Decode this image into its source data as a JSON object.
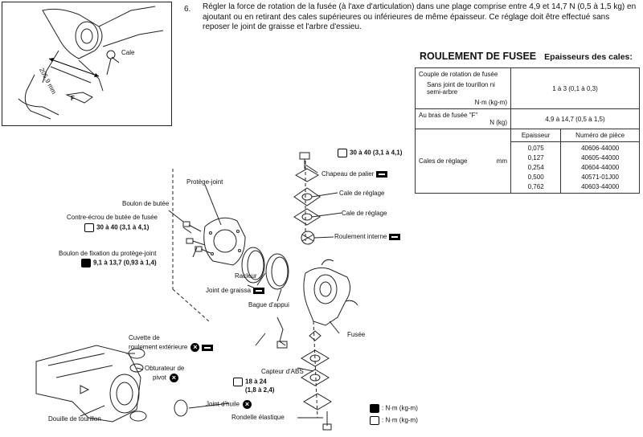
{
  "step": {
    "number": "6.",
    "text": "Régler la force de rotation de la fusée (à l'axe d'articulation) dans une plage comprise entre 4,9 et 14,7 N (0,5 à 1,5 kg) en ajoutant ou en retirant des cales supérieures ou inférieures de même épaisseur. Ce réglage doit être effectué sans reposer le joint de graisse et l'arbre d'essieu."
  },
  "inset": {
    "cale_label": "Cale",
    "dimension": "205,9 mm",
    "force_label": "F"
  },
  "section": {
    "title": "ROULEMENT DE FUSEE",
    "subtitle": "Epaisseurs des cales:"
  },
  "spec_table": {
    "rotation_header": "Couple de rotation de fusée",
    "rotation_case": "Sans joint de tourillon ni semi-arbre",
    "rotation_unit": "N·m (kg-m)",
    "rotation_value": "1 à 3 (0,1 à 0,3)",
    "arm_label": "Au bras de fusée \"F\"",
    "arm_unit": "N (kg)",
    "arm_value": "4,9 à 14,7 (0,5 à 1,5)",
    "shim_label": "Cales de réglage",
    "shim_unit": "mm",
    "col_thickness": "Epaisseur",
    "col_part": "Numéro de pièce",
    "shims": [
      {
        "thickness": "0,075",
        "part": "40606-44000"
      },
      {
        "thickness": "0,127",
        "part": "40605-44000"
      },
      {
        "thickness": "0,254",
        "part": "40604-44000"
      },
      {
        "thickness": "0,500",
        "part": "40571-01J00"
      },
      {
        "thickness": "0,762",
        "part": "40603-44000"
      }
    ]
  },
  "diagram_labels": {
    "torque_top": "30 à 40 (3,1 à 4,1)",
    "chapeau": "Chapeau de palier",
    "cale1": "Cale de réglage",
    "cale2": "Cale de réglage",
    "roulement_interne": "Roulement interne",
    "protege_joint": "Protège-joint",
    "boulon_butee": "Boulon de butée",
    "contre_ecrou": "Contre-écrou de butée de fusée",
    "torque_contre": "30 à 40 (3,1 à 4,1)",
    "boulon_fixation": "Boulon de fixation du protège-joint",
    "torque_fixation": "9,1 à 13,7 (0,93 à 1,4)",
    "racleur": "Racleur",
    "joint_graisse": "Joint de graissa",
    "bague_appui": "Bague d'appui",
    "fusee": "Fusée",
    "cuvette_1": "Cuvette de",
    "cuvette_2": "roulement extérieure",
    "obturateur_1": "Obturateur de",
    "obturateur_2": "pivot",
    "torque_capteur_1": "18 à 24",
    "torque_capteur_2": "(1,8 à 2,4)",
    "capteur_abs": "Capteur d'ABS",
    "joint_huile": "Joint d'huile",
    "douille": "Douille de tourillon",
    "rondelle": "Rondelle élastique",
    "legend_nm_1": ": N·m (kg-m)",
    "legend_nm_2": ": N·m (kg-m)"
  }
}
